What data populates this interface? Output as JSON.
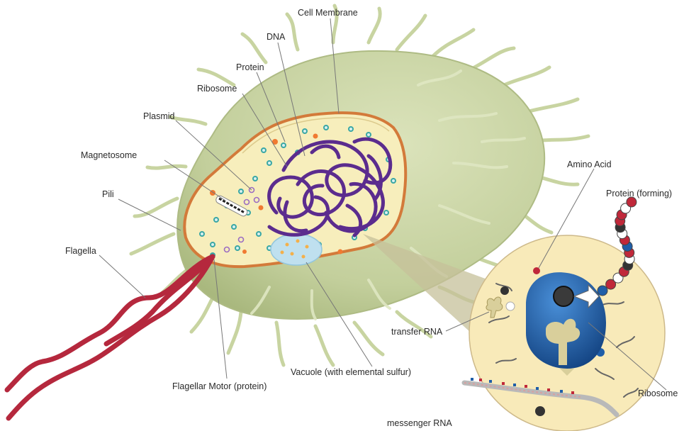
{
  "labels": {
    "cell_membrane": "Cell Membrane",
    "dna": "DNA",
    "protein": "Protein",
    "ribosome": "Ribosome",
    "plasmid": "Plasmid",
    "magnetosome": "Magnetosome",
    "pili": "Pili",
    "flagella": "Flagella",
    "flagellar_motor": "Flagellar Motor (protein)",
    "vacuole": "Vacuole (with elemental sulfur)",
    "amino_acid": "Amino Acid",
    "protein_forming": "Protein (forming)",
    "transfer_rna": "transfer RNA",
    "ribosome_inset": "Ribosome",
    "messenger_rna": "messenger RNA"
  },
  "colors": {
    "capsule": "#c9d3a5",
    "pili": "#cad6a4",
    "cytoplasm": "#f7eebc",
    "membrane": "#d37a3a",
    "dna": "#5b2c8e",
    "flagella": "#b5283d",
    "vacuole": "#bfe0ef",
    "ribosome": "#1c5ea8",
    "protein_dot": "#f07a32",
    "inset_circle": "#f8eab9"
  }
}
